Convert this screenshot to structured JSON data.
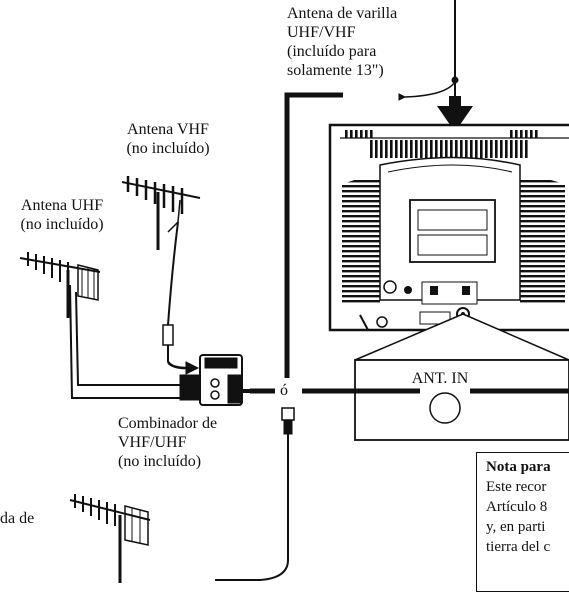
{
  "labels": {
    "rod_antenna": [
      "Antena de varilla",
      "UHF/VHF",
      "(incluído para",
      "solamente 13\")"
    ],
    "vhf_antenna": [
      "Antena VHF",
      "(no incluído)"
    ],
    "uhf_antenna": [
      "Antena UHF",
      "(no incluído)"
    ],
    "combiner": [
      "Combinador de",
      "VHF/UHF",
      "(no incluído)"
    ],
    "or_symbol": "ó",
    "ant_in": "ANT. IN",
    "left_partial": "da de"
  },
  "note": {
    "title": "Nota para",
    "lines": [
      "Este recor",
      "Artículo 8",
      "y, en parti",
      "tierra del c"
    ]
  }
}
